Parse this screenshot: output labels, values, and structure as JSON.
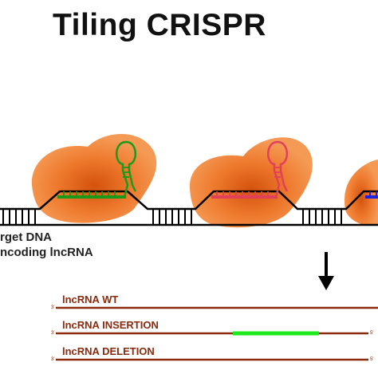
{
  "title": "Tiling CRISPR",
  "labels": {
    "target_dna": "rget DNA",
    "coding_lncrna": "ncoding lncRNA"
  },
  "transcripts": [
    {
      "label": "lncRNA WT",
      "end5": "3'",
      "end3": ""
    },
    {
      "label": "lncRNA INSERTION",
      "end5": "3'",
      "end3": "5'"
    },
    {
      "label": "lncRNA DELETION",
      "end5": "3'",
      "end3": "5'"
    }
  ],
  "colors": {
    "complex": "#f07a2a",
    "complex_core": "#d85a10",
    "backbone": "#000000",
    "transcript": "#8a2b0e",
    "insertion": "#1ee81e",
    "guide_1": "#1a9a1a",
    "guide_2": "#e0405a",
    "guide_3": "#2020e0"
  }
}
